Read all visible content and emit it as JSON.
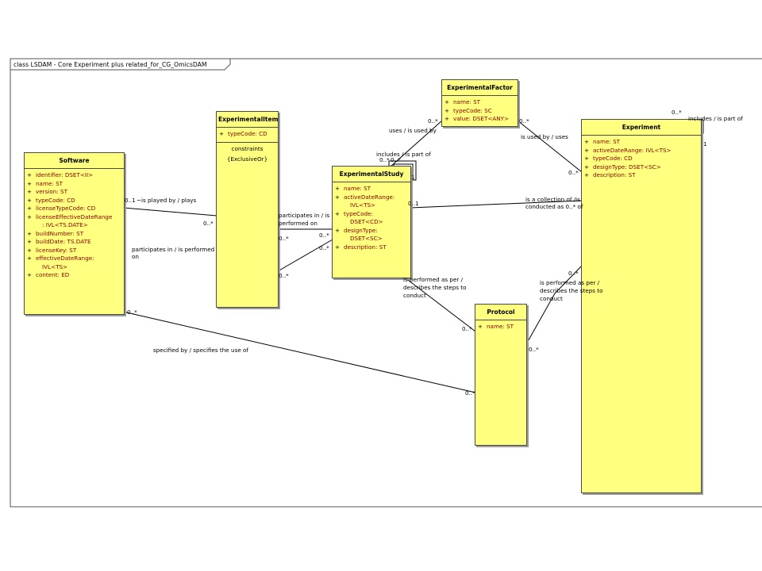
{
  "frame": {
    "title": "class LSDAM - Core Experiment plus related_for_CG_OmicsDAM"
  },
  "classes": {
    "software": {
      "name": "Software",
      "attributes": [
        {
          "vis": "+",
          "text": "identifier:  DSET<II>"
        },
        {
          "vis": "+",
          "text": "name:  ST"
        },
        {
          "vis": "+",
          "text": "version:  ST"
        },
        {
          "vis": "+",
          "text": "typeCode:  CD"
        },
        {
          "vis": "+",
          "text": "licenseTypeCode:  CD"
        },
        {
          "vis": "+",
          "text": "licenseEffectiveDateRange"
        },
        {
          "vis": "",
          "text": ":  IVL<TS.DATE>"
        },
        {
          "vis": "+",
          "text": "buildNumber:  ST"
        },
        {
          "vis": "+",
          "text": "buildDate:  TS.DATE"
        },
        {
          "vis": "+",
          "text": "licenseKey:  ST"
        },
        {
          "vis": "+",
          "text": "effectiveDateRange:"
        },
        {
          "vis": "",
          "text": "IVL<TS>"
        },
        {
          "vis": "+",
          "text": "content:  ED"
        }
      ]
    },
    "experimental_item": {
      "name": "ExperimentalItem",
      "attributes": [
        {
          "vis": "+",
          "text": "typeCode:  CD"
        }
      ],
      "constraints_title": "constraints",
      "constraints": [
        "{ExclusiveOr}"
      ]
    },
    "experimental_factor": {
      "name": "ExperimentalFactor",
      "attributes": [
        {
          "vis": "+",
          "text": "name:  ST"
        },
        {
          "vis": "+",
          "text": "typeCode:  SC"
        },
        {
          "vis": "+",
          "text": "value:  DSET<ANY>"
        }
      ]
    },
    "experimental_study": {
      "name": "ExperimentalStudy",
      "attributes": [
        {
          "vis": "+",
          "text": "name:  ST"
        },
        {
          "vis": "+",
          "text": "activeDateRange:"
        },
        {
          "vis": "",
          "text": "IVL<TS>"
        },
        {
          "vis": "+",
          "text": "typeCode:"
        },
        {
          "vis": "",
          "text": "DSET<CD>"
        },
        {
          "vis": "+",
          "text": "designType:"
        },
        {
          "vis": "",
          "text": "DSET<SC>"
        },
        {
          "vis": "+",
          "text": "description:  ST"
        }
      ]
    },
    "protocol": {
      "name": "Protocol",
      "attributes": [
        {
          "vis": "+",
          "text": "name:  ST"
        }
      ]
    },
    "experiment": {
      "name": "Experiment",
      "attributes": [
        {
          "vis": "+",
          "text": "name:  ST"
        },
        {
          "vis": "+",
          "text": "activeDateRange:  IVL<TS>"
        },
        {
          "vis": "+",
          "text": "typeCode:  CD"
        },
        {
          "vis": "+",
          "text": "designType:  DSET<SC>"
        },
        {
          "vis": "+",
          "text": "description:  ST"
        }
      ]
    }
  },
  "associations": {
    "software_item": {
      "label": "~is played by / plays",
      "mult_a": "0..1",
      "mult_b": "0..*"
    },
    "software_study": {
      "label_1": "participates in / is",
      "label_2": "performed on",
      "mult_a": "0..*",
      "mult_b": "0..*"
    },
    "item_study": {
      "label_1": "participates in / is performed",
      "label_2": "on",
      "mult_a": "0..*",
      "mult_b": "0..*"
    },
    "factor_study": {
      "label": "uses / is used by",
      "mult_a": "0..*"
    },
    "study_self": {
      "label": "includes / is part of",
      "mult_a": "0..*",
      "mult_b": "0..*",
      "mult_c": "1"
    },
    "factor_experiment": {
      "label": "is used by / uses",
      "mult_a": "0..*",
      "mult_b": "0..*"
    },
    "experiment_self": {
      "label": "includes / is part of",
      "mult_a": "0..*",
      "mult_b": "1"
    },
    "study_experiment": {
      "label_1": "is a collection of /is",
      "label_2": "conducted as 0..* of",
      "mult_a": "0..1"
    },
    "study_protocol": {
      "label_1": "is performed as per /",
      "label_2": "describes the steps to",
      "label_3": "conduct",
      "mult_a": "0..*"
    },
    "experiment_protocol": {
      "label_1": "is performed as per /",
      "label_2": "describes the steps to",
      "label_3": "conduct",
      "mult_a": "0..*",
      "mult_b": "0..*"
    },
    "software_protocol": {
      "label": "specified by / specifies the use of",
      "mult_a": "0..*",
      "mult_b": "0..*"
    }
  }
}
